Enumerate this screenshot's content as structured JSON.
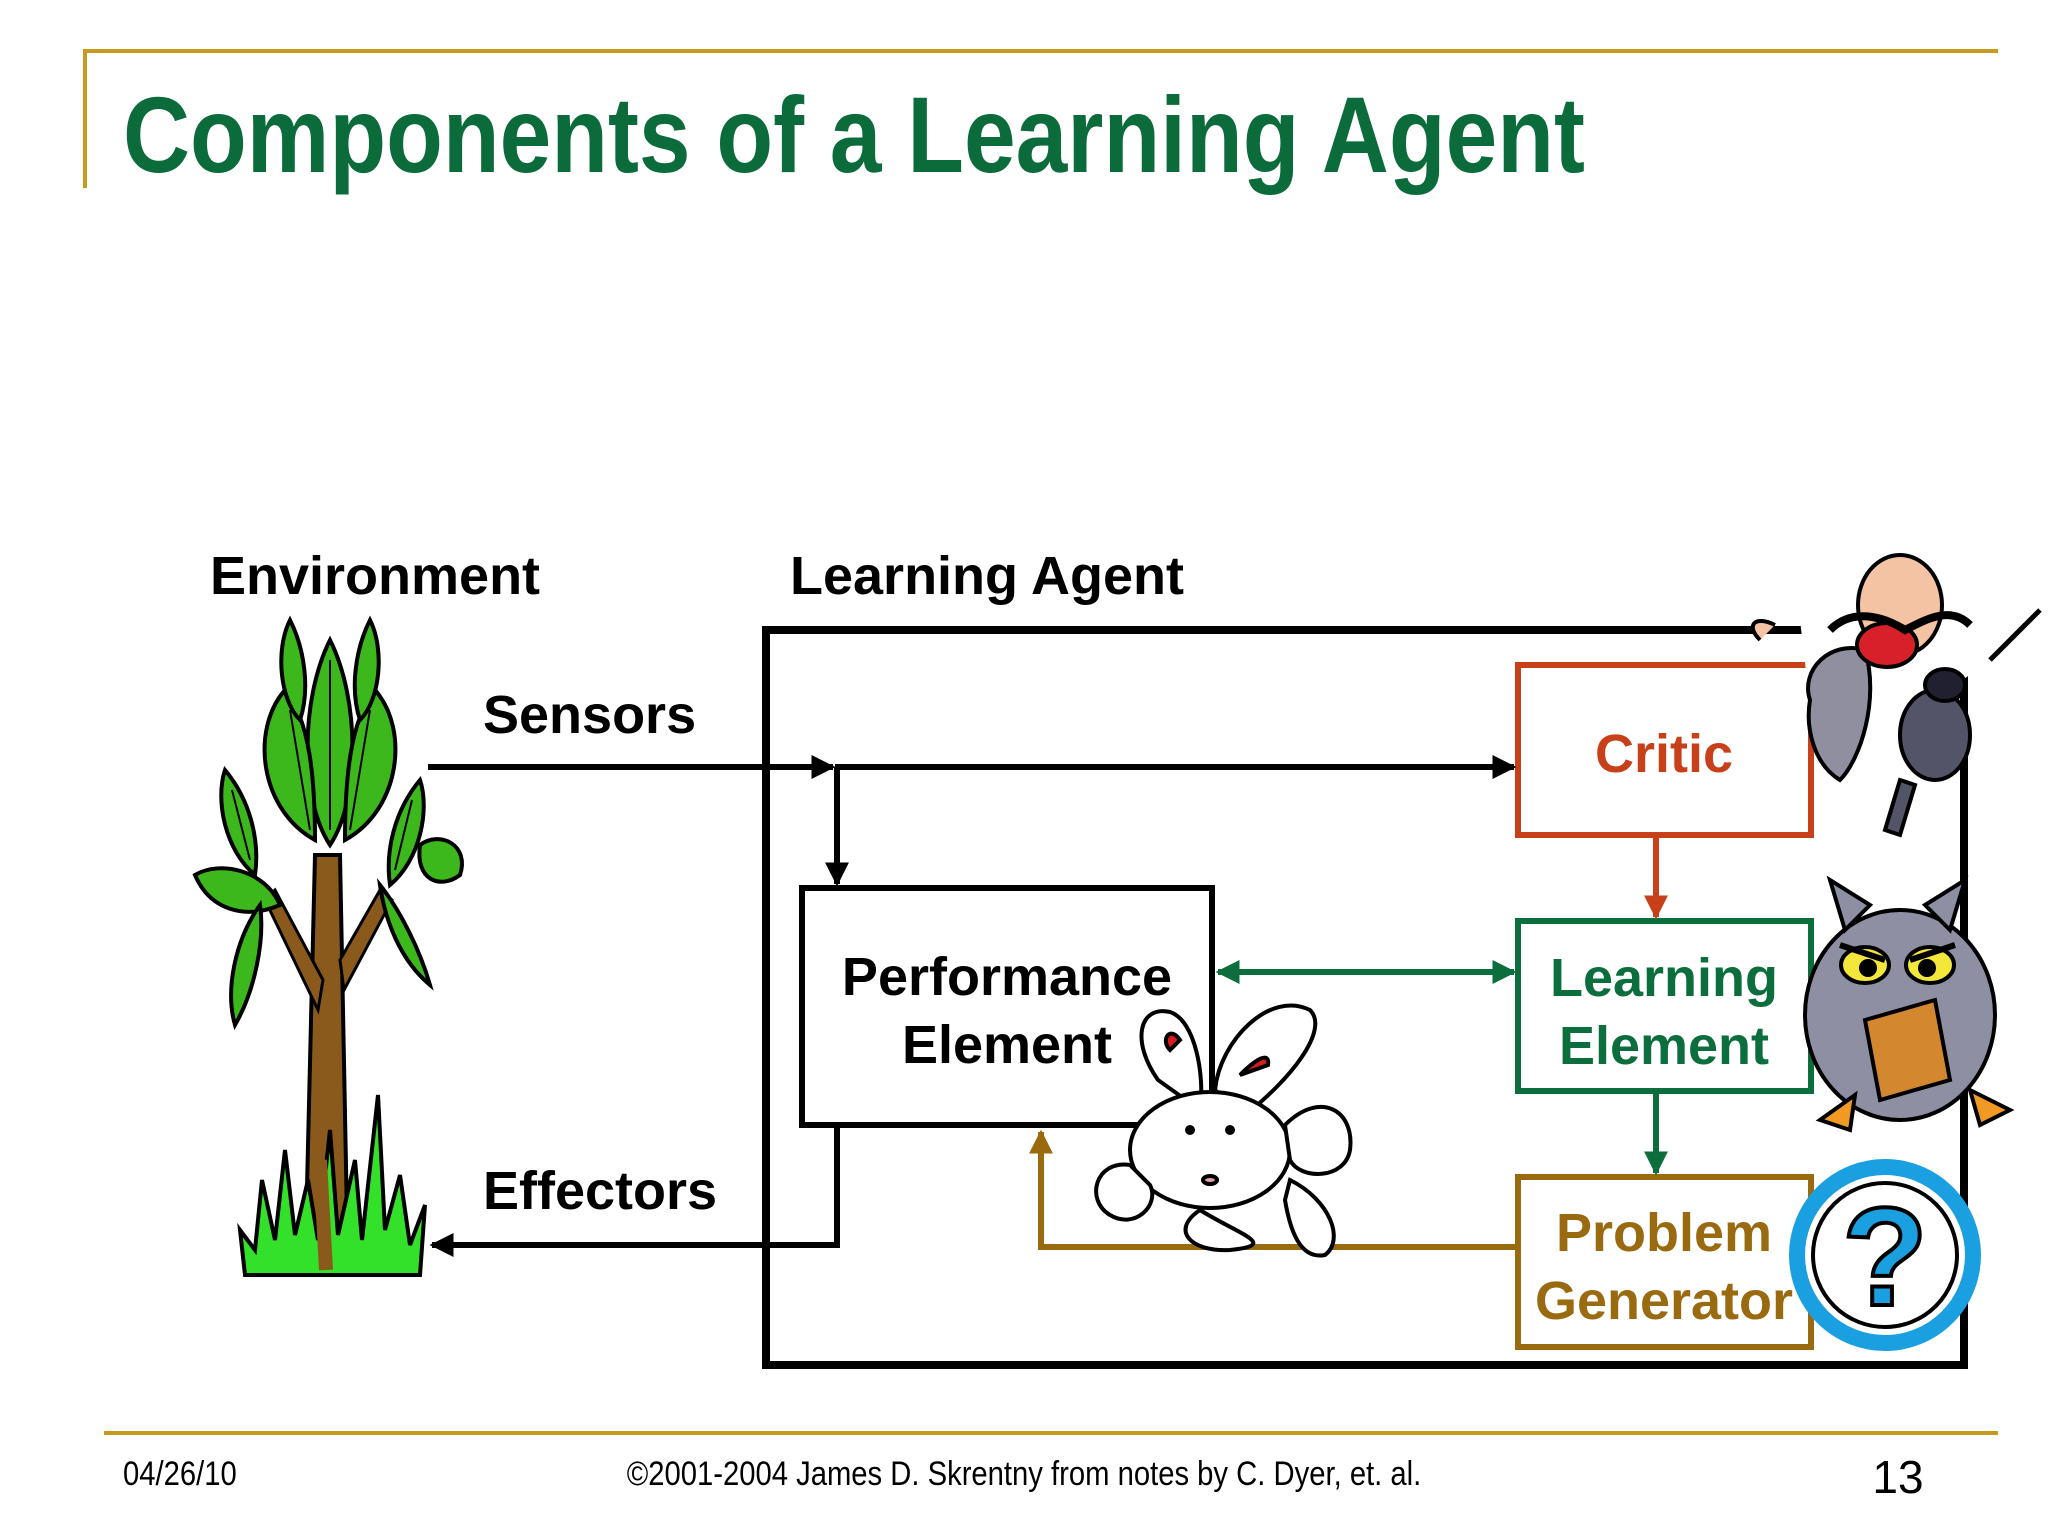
{
  "slide": {
    "title": "Components of a Learning Agent",
    "footer_date": "04/26/10",
    "footer_credit": "©2001-2004 James D. Skrentny from notes by C. Dyer, et. al.",
    "page_number": "13"
  },
  "diagram": {
    "labels": {
      "environment": "Environment",
      "learning_agent": "Learning Agent",
      "sensors": "Sensors",
      "effectors": "Effectors"
    },
    "boxes": {
      "critic": "Critic",
      "performance_line1": "Performance",
      "performance_line2": "Element",
      "learning_line1": "Learning",
      "learning_line2": "Element",
      "problem_line1": "Problem",
      "problem_line2": "Generator"
    },
    "icons": {
      "problem_generator": "?"
    }
  },
  "colors": {
    "title_green": "#0b6b3a",
    "rule_gold": "#c59a1e",
    "critic_red": "#c8401a",
    "learning_green": "#0b6e3c",
    "problem_gold": "#9a6a10",
    "arrow_black": "#000000",
    "question_blue": "#1a9fe0"
  }
}
